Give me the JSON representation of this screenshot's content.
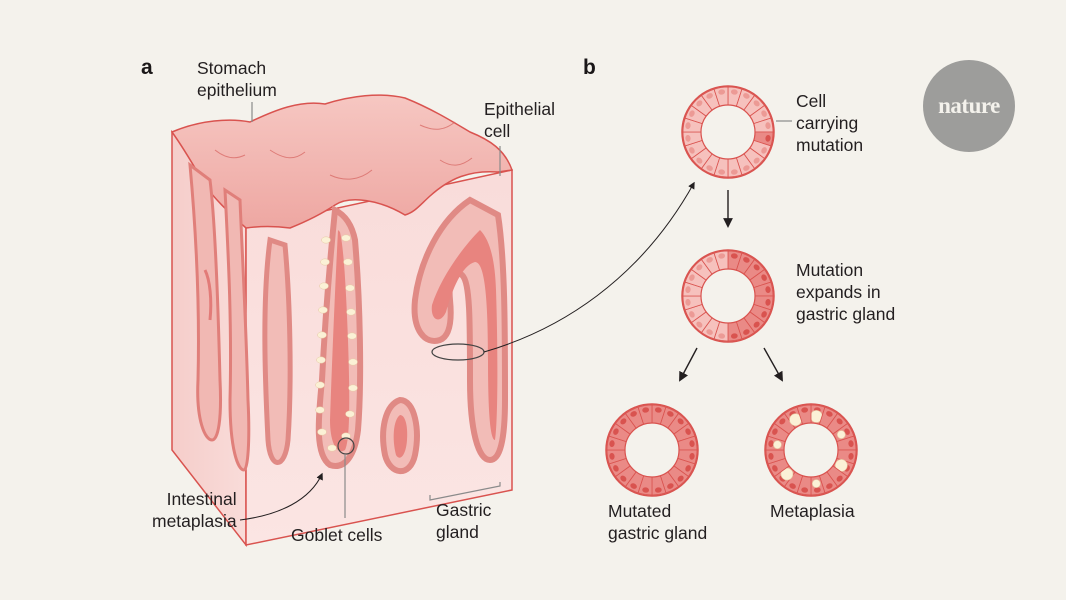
{
  "panels": {
    "a": "a",
    "b": "b"
  },
  "badge": {
    "text": "nature"
  },
  "panel_a": {
    "labels": {
      "stomach_epithelium": "Stomach\nepithelium",
      "epithelial_cell": "Epithelial\ncell",
      "intestinal_metaplasia": "Intestinal\nmetaplasia",
      "goblet_cells": "Goblet cells",
      "gastric_gland": "Gastric\ngland"
    }
  },
  "panel_b": {
    "stages": [
      {
        "id": "cell-carrying-mutation",
        "label": "Cell\ncarrying\nmutation",
        "mutated_cells": 1
      },
      {
        "id": "mutation-expands",
        "label": "Mutation\nexpands in\ngastric gland",
        "mutated_fraction": 0.5
      },
      {
        "id": "mutated-gastric-gland",
        "label": "Mutated\ngastric gland",
        "mutated_fraction": 1.0
      },
      {
        "id": "metaplasia",
        "label": "Metaplasia",
        "goblet_cells": true
      }
    ]
  },
  "colors": {
    "background": "#f4f2ec",
    "tissue_light": "#f7d3d0",
    "tissue_mid": "#f0b3ae",
    "tissue_dark": "#e27b78",
    "outline": "#d9534f",
    "goblet": "#fbf1d6",
    "badge": "#9d9d9b"
  }
}
